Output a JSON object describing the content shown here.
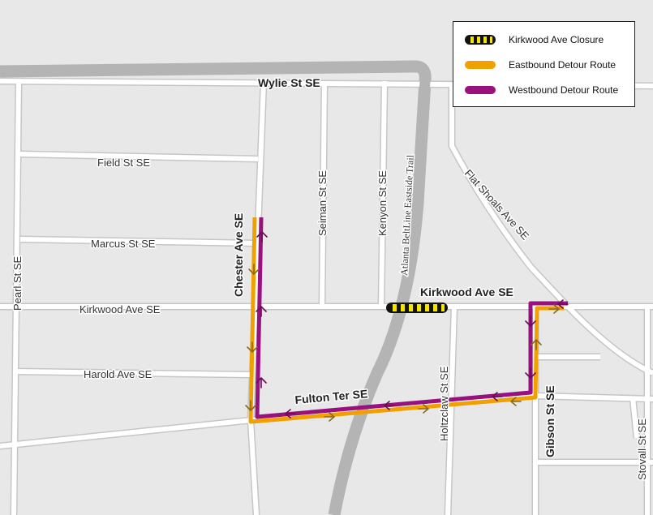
{
  "legend": {
    "items": [
      {
        "label": "Kirkwood Ave Closure",
        "color": "#111111",
        "accent": "#f5e600"
      },
      {
        "label": "Eastbound Detour Route",
        "color": "#f0a000"
      },
      {
        "label": "Westbound Detour Route",
        "color": "#99107f"
      }
    ]
  },
  "streets": {
    "wylie": "Wylie St SE",
    "field": "Field St SE",
    "marcus": "Marcus St SE",
    "kirkwood_west": "Kirkwood Ave SE",
    "kirkwood_east": "Kirkwood Ave SE",
    "harold": "Harold Ave SE",
    "fulton": "Fulton Ter SE",
    "pearl": "Pearl St SE",
    "chester": "Chester Ave SE",
    "seiman": "Seiman St SE",
    "kenyon": "Kenyon St SE",
    "holtzclaw": "Holtzclaw St SE",
    "gibson": "Gibson St SE",
    "stovall": "Stovall St SE",
    "flat_shoals": "Flat Shoals Ave SE"
  },
  "trail": {
    "name": "Atlanta BeltLine Eastside Trail"
  },
  "colors": {
    "background": "#e8e8e8",
    "road": "#ffffff",
    "road_casing": "#c8c8c8",
    "trail": "#b4b4b4",
    "eastbound": "#f0a000",
    "westbound": "#99107f",
    "arrow": "#8a6b1d",
    "closure": "#111111",
    "closure_accent": "#f5e600"
  }
}
